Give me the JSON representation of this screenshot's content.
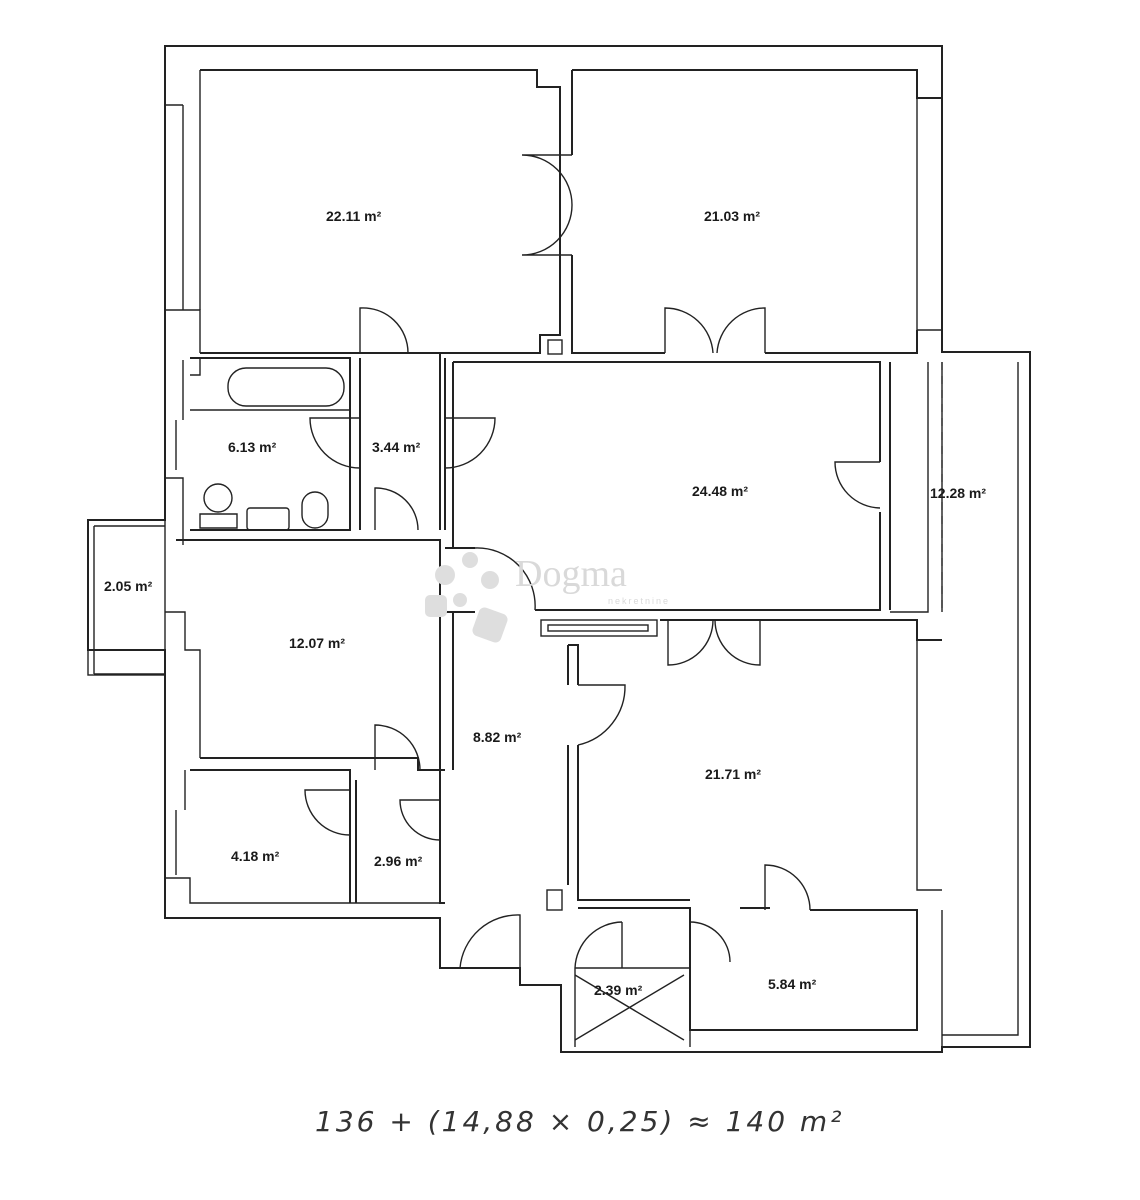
{
  "rooms": [
    {
      "id": "bedroom-top-left",
      "area": "22.11 m²"
    },
    {
      "id": "bedroom-top-right",
      "area": "21.03 m²"
    },
    {
      "id": "bathroom",
      "area": "6.13 m²"
    },
    {
      "id": "closet-upper",
      "area": "3.44 m²"
    },
    {
      "id": "living-room",
      "area": "24.48 m²"
    },
    {
      "id": "balcony-right",
      "area": "12.28 m²"
    },
    {
      "id": "balcony-left",
      "area": "2.05 m²"
    },
    {
      "id": "kitchen",
      "area": "12.07 m²"
    },
    {
      "id": "hallway",
      "area": "8.82 m²"
    },
    {
      "id": "bedroom-bottom-right",
      "area": "21.71 m²"
    },
    {
      "id": "storage-left",
      "area": "4.18 m²"
    },
    {
      "id": "wc",
      "area": "2.96 m²"
    },
    {
      "id": "shaft",
      "area": "2.39 m²"
    },
    {
      "id": "utility",
      "area": "5.84 m²"
    }
  ],
  "watermark": {
    "brand": "Dogma",
    "sub": "nekretnine"
  },
  "total_note": "136 + (14,88 × 0,25) ≈ 140 m²",
  "colors": {
    "wall": "#222222",
    "watermark": "#d9d9d9"
  }
}
